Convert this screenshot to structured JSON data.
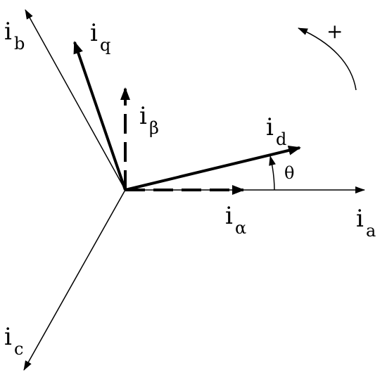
{
  "vectors": {
    "a": {
      "main": "i",
      "sub": "a"
    },
    "b": {
      "main": "i",
      "sub": "b"
    },
    "c": {
      "main": "i",
      "sub": "c"
    },
    "alpha": {
      "main": "i",
      "sub": "α"
    },
    "beta": {
      "main": "i",
      "sub": "β"
    },
    "d": {
      "main": "i",
      "sub": "d"
    },
    "q": {
      "main": "i",
      "sub": "q"
    }
  },
  "angle_label": "θ",
  "rotation_label": "+",
  "colors": {
    "ink": "#000000",
    "background": "#ffffff"
  }
}
